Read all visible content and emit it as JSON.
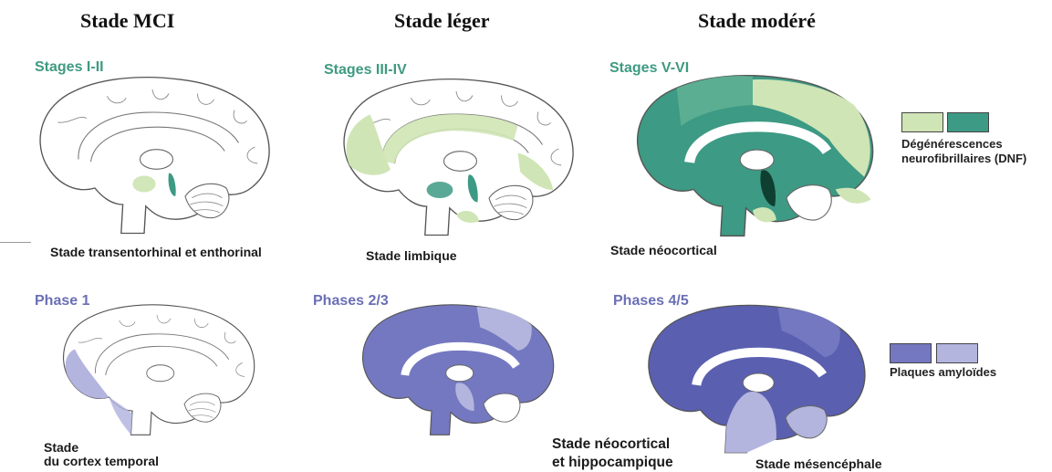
{
  "columns": {
    "mci": "Stade MCI",
    "mild": "Stade léger",
    "moderate": "Stade modéré"
  },
  "tau_row": {
    "panels": [
      {
        "label": "Stages I-II",
        "caption": "Stade transentorhinal et enthorinal"
      },
      {
        "label": "Stages III-IV",
        "caption": "Stade limbique"
      },
      {
        "label": "Stages V-VI",
        "caption": "Stade néocortical"
      }
    ],
    "legend": {
      "text_line1": "Dégénérescences",
      "text_line2": "neurofibrillaires (DNF)",
      "light_color": "#cfe5b5",
      "dark_color": "#3d9a84"
    }
  },
  "amyloid_row": {
    "panels": [
      {
        "label": "Phase 1",
        "caption_line1": "Stade",
        "caption_line2": "du cortex temporal"
      },
      {
        "label": "Phases 2/3",
        "caption_line1": "Stade néocortical",
        "caption_line2": "et hippocampique"
      },
      {
        "label": "Phases 4/5",
        "caption": "Stade mésencéphale"
      }
    ],
    "legend": {
      "text": "Plaques amyloïdes",
      "dark_color": "#7478c0",
      "light_color": "#b3b5df"
    }
  }
}
